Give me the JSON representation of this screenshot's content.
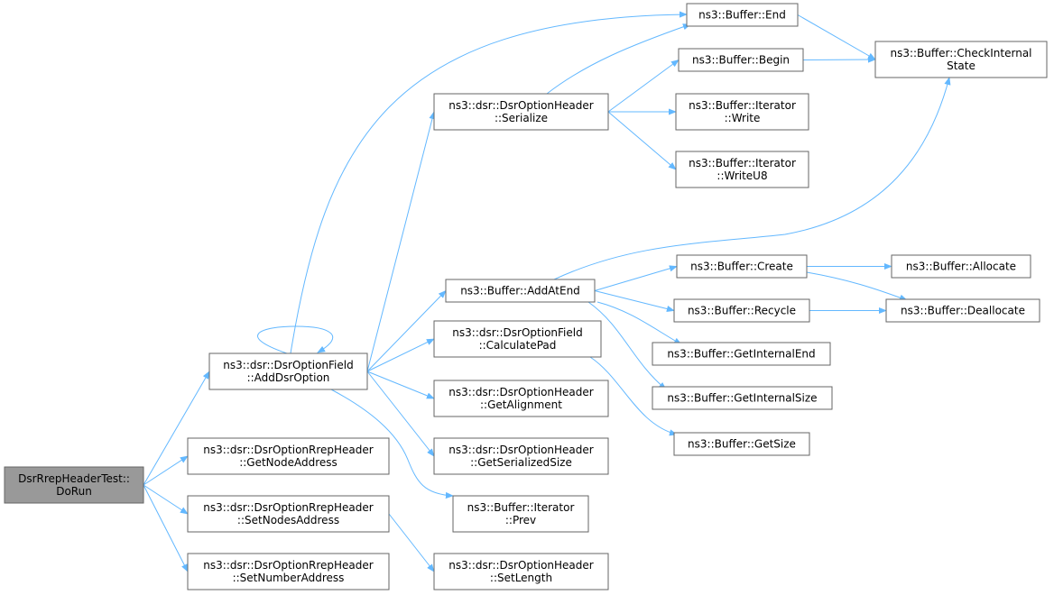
{
  "graph": {
    "accent_color": "#63b8ff",
    "root_fill": "#999999",
    "nodes": [
      {
        "id": "dorun",
        "lines": [
          "DsrRrepHeaderTest::",
          "DoRun"
        ],
        "root": true
      },
      {
        "id": "adddsr",
        "lines": [
          "ns3::dsr::DsrOptionField",
          "::AddDsrOption"
        ]
      },
      {
        "id": "getnode",
        "lines": [
          "ns3::dsr::DsrOptionRrepHeader",
          "::GetNodeAddress"
        ]
      },
      {
        "id": "setnodes",
        "lines": [
          "ns3::dsr::DsrOptionRrepHeader",
          "::SetNodesAddress"
        ]
      },
      {
        "id": "setnumber",
        "lines": [
          "ns3::dsr::DsrOptionRrepHeader",
          "::SetNumberAddress"
        ]
      },
      {
        "id": "serialize",
        "lines": [
          "ns3::dsr::DsrOptionHeader",
          "::Serialize"
        ]
      },
      {
        "id": "addatend",
        "lines": [
          "ns3::Buffer::AddAtEnd"
        ]
      },
      {
        "id": "calcpad",
        "lines": [
          "ns3::dsr::DsrOptionField",
          "::CalculatePad"
        ]
      },
      {
        "id": "getalign",
        "lines": [
          "ns3::dsr::DsrOptionHeader",
          "::GetAlignment"
        ]
      },
      {
        "id": "getsersize",
        "lines": [
          "ns3::dsr::DsrOptionHeader",
          "::GetSerializedSize"
        ]
      },
      {
        "id": "prev",
        "lines": [
          "ns3::Buffer::Iterator",
          "::Prev"
        ]
      },
      {
        "id": "setlength",
        "lines": [
          "ns3::dsr::DsrOptionHeader",
          "::SetLength"
        ]
      },
      {
        "id": "end",
        "lines": [
          "ns3::Buffer::End"
        ]
      },
      {
        "id": "begin",
        "lines": [
          "ns3::Buffer::Begin"
        ]
      },
      {
        "id": "write",
        "lines": [
          "ns3::Buffer::Iterator",
          "::Write"
        ]
      },
      {
        "id": "writeu8",
        "lines": [
          "ns3::Buffer::Iterator",
          "::WriteU8"
        ]
      },
      {
        "id": "create",
        "lines": [
          "ns3::Buffer::Create"
        ]
      },
      {
        "id": "recycle",
        "lines": [
          "ns3::Buffer::Recycle"
        ]
      },
      {
        "id": "getintend",
        "lines": [
          "ns3::Buffer::GetInternalEnd"
        ]
      },
      {
        "id": "getintsize",
        "lines": [
          "ns3::Buffer::GetInternalSize"
        ]
      },
      {
        "id": "getsize",
        "lines": [
          "ns3::Buffer::GetSize"
        ]
      },
      {
        "id": "checkinternal",
        "lines": [
          "ns3::Buffer::CheckInternal",
          "State"
        ]
      },
      {
        "id": "allocate",
        "lines": [
          "ns3::Buffer::Allocate"
        ]
      },
      {
        "id": "deallocate",
        "lines": [
          "ns3::Buffer::Deallocate"
        ]
      }
    ],
    "edges": [
      [
        "dorun",
        "adddsr"
      ],
      [
        "dorun",
        "getnode"
      ],
      [
        "dorun",
        "setnodes"
      ],
      [
        "dorun",
        "setnumber"
      ],
      [
        "adddsr",
        "adddsr"
      ],
      [
        "adddsr",
        "end"
      ],
      [
        "adddsr",
        "serialize"
      ],
      [
        "adddsr",
        "addatend"
      ],
      [
        "adddsr",
        "calcpad"
      ],
      [
        "adddsr",
        "getalign"
      ],
      [
        "adddsr",
        "getsersize"
      ],
      [
        "adddsr",
        "prev"
      ],
      [
        "setnodes",
        "setlength"
      ],
      [
        "serialize",
        "end"
      ],
      [
        "serialize",
        "begin"
      ],
      [
        "serialize",
        "write"
      ],
      [
        "serialize",
        "writeu8"
      ],
      [
        "end",
        "checkinternal"
      ],
      [
        "begin",
        "checkinternal"
      ],
      [
        "addatend",
        "checkinternal"
      ],
      [
        "addatend",
        "create"
      ],
      [
        "addatend",
        "recycle"
      ],
      [
        "addatend",
        "getintend"
      ],
      [
        "addatend",
        "getintsize"
      ],
      [
        "calcpad",
        "getsize"
      ],
      [
        "create",
        "allocate"
      ],
      [
        "create",
        "deallocate"
      ],
      [
        "recycle",
        "deallocate"
      ]
    ]
  }
}
